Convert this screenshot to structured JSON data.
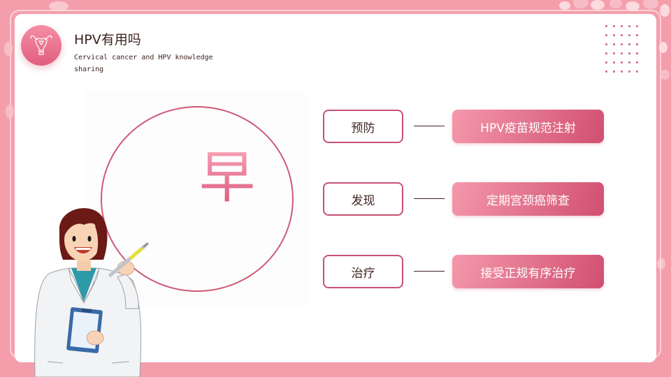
{
  "header": {
    "title": "HPV有用吗",
    "subtitle": "Cervical cancer and HPV knowledge sharing",
    "icon": "uterus-icon"
  },
  "center": {
    "character": "早"
  },
  "rows": [
    {
      "label": "预防",
      "description": "HPV疫苗规范注射"
    },
    {
      "label": "发现",
      "description": "定期宫颈癌筛查"
    },
    {
      "label": "治疗",
      "description": "接受正规有序治疗"
    }
  ],
  "illustration": {
    "subject": "doctor-with-syringe-and-clipboard"
  },
  "colors": {
    "background": "#f59eab",
    "accent": "#c75272",
    "pill_start": "#f598ab",
    "pill_end": "#d14f70",
    "text": "#3e2320"
  }
}
